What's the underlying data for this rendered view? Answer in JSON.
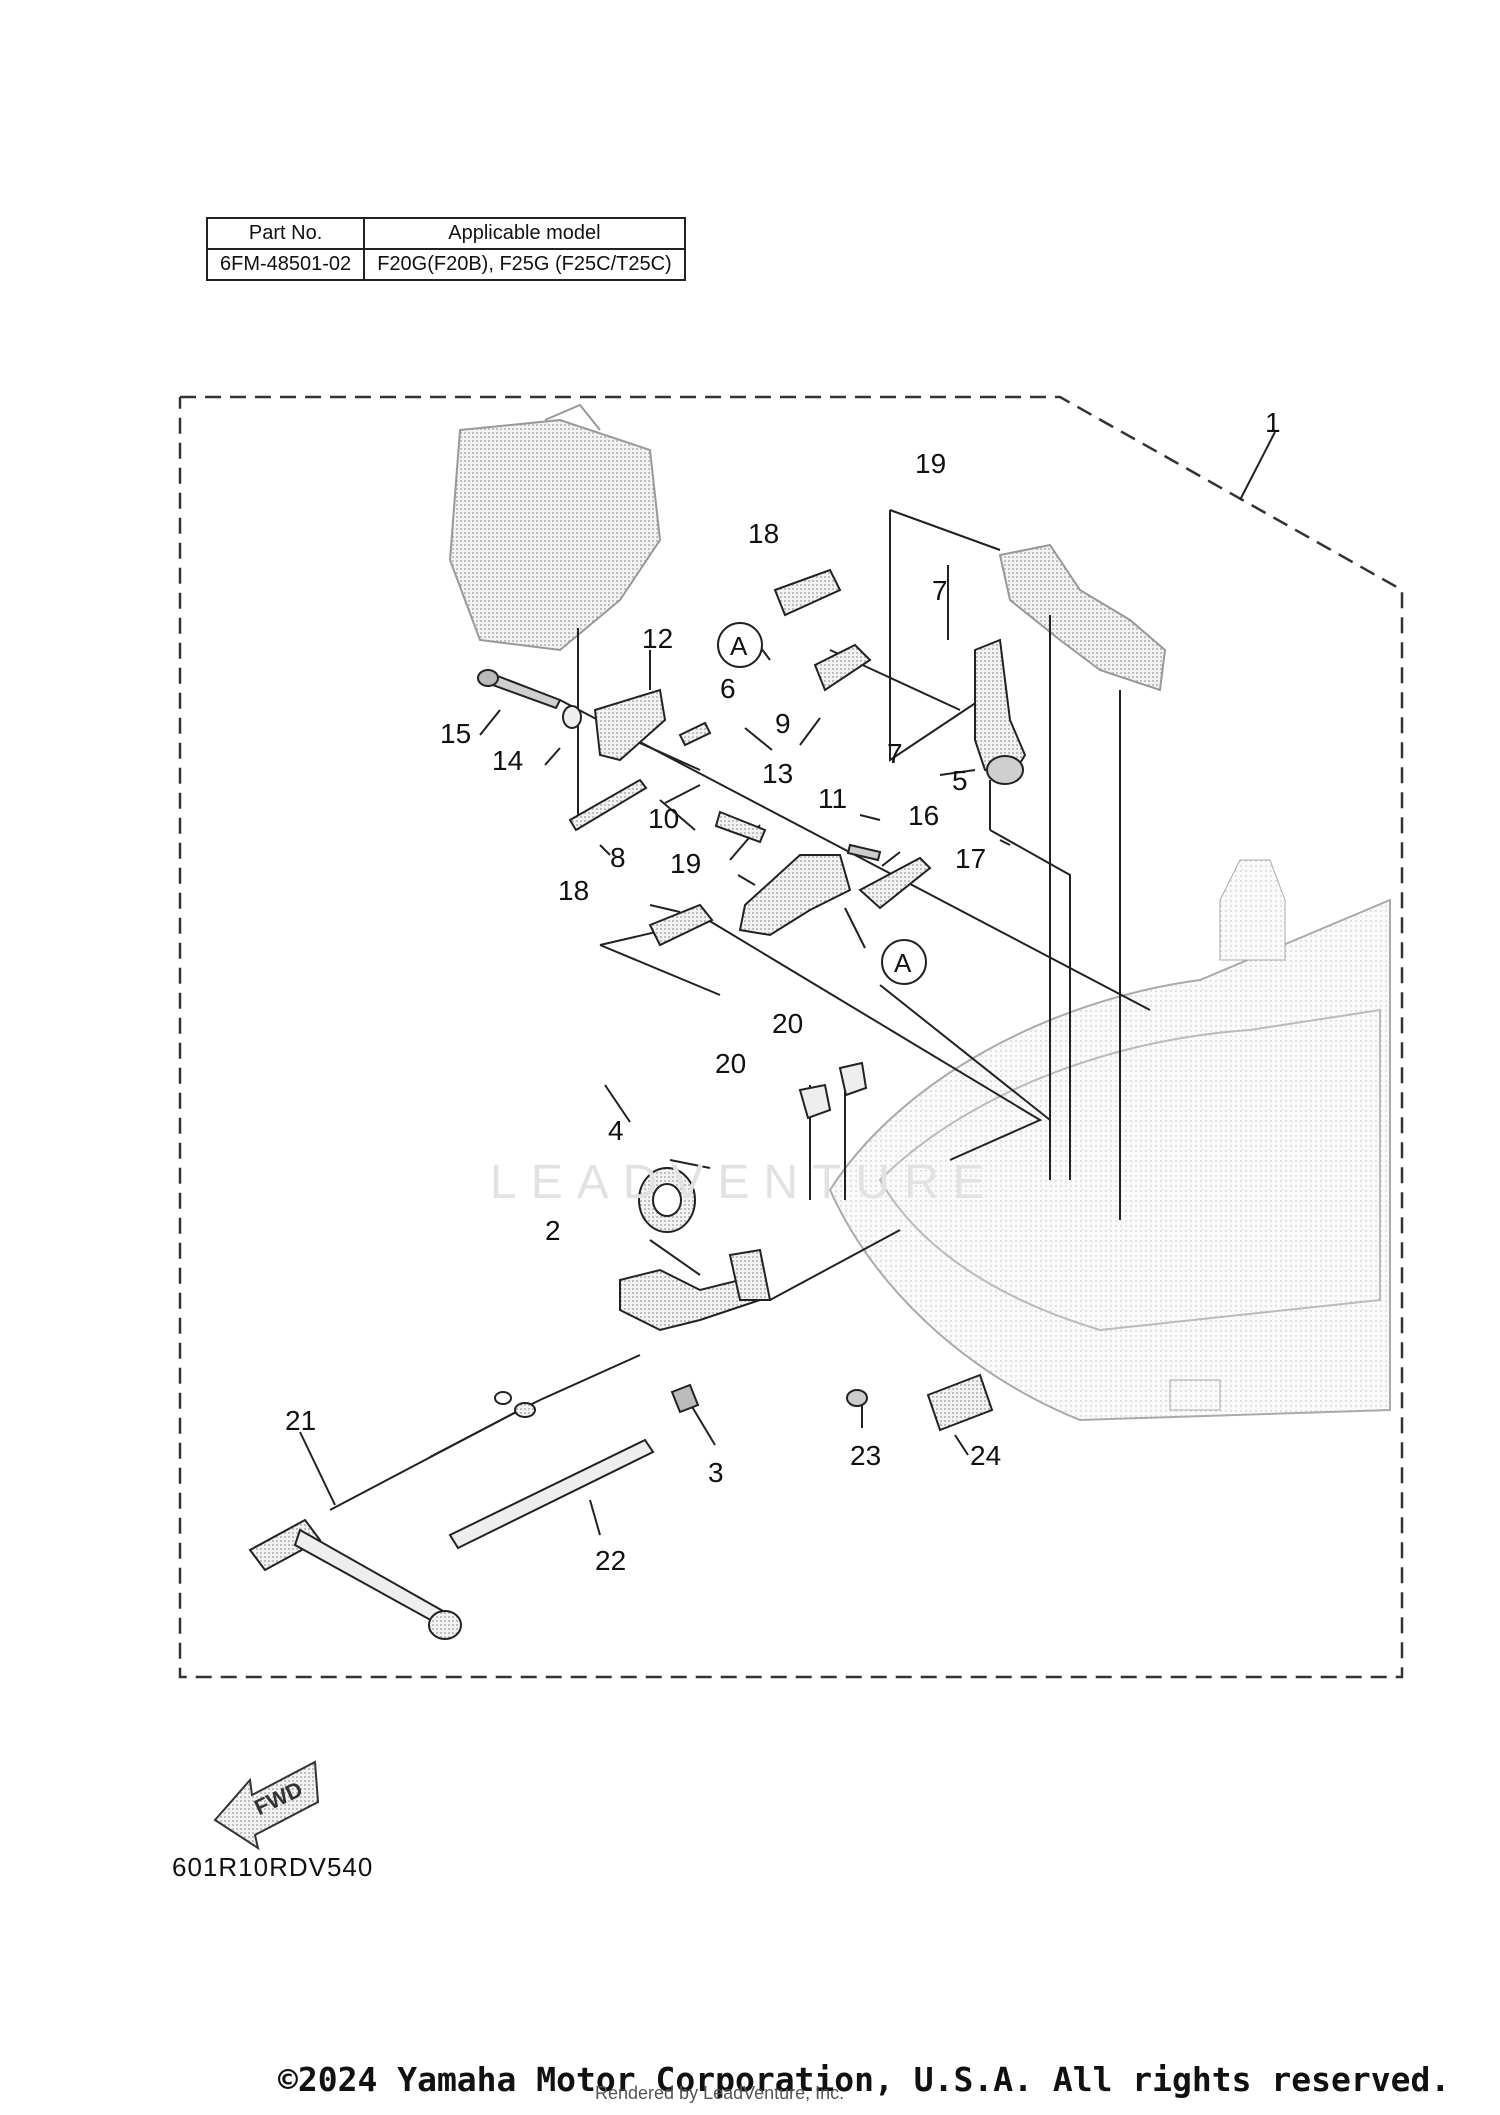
{
  "spec_table": {
    "headers": [
      "Part No.",
      "Applicable model"
    ],
    "rows": [
      [
        "6FM-48501-02",
        "F20G(F20B), F25G (F25C/T25C)"
      ]
    ]
  },
  "callouts": [
    "1",
    "2",
    "3",
    "4",
    "5",
    "6",
    "7",
    "7",
    "8",
    "9",
    "10",
    "11",
    "12",
    "13",
    "14",
    "15",
    "16",
    "17",
    "18",
    "18",
    "19",
    "19",
    "20",
    "20",
    "21",
    "22",
    "23",
    "24"
  ],
  "reference_mark": "A",
  "fwd_label": "FWD",
  "drawing_code": "601R10RDV540",
  "copyright": "©2024 Yamaha Motor Corporation, U.S.A. All rights reserved.",
  "watermark_text": "Rendered by LeadVenture, Inc.",
  "watermark_logo": "LEADVENTURE",
  "colors": {
    "line": "#222222",
    "shade": "#cfcfcf",
    "ghost": "#e6e6e6"
  }
}
